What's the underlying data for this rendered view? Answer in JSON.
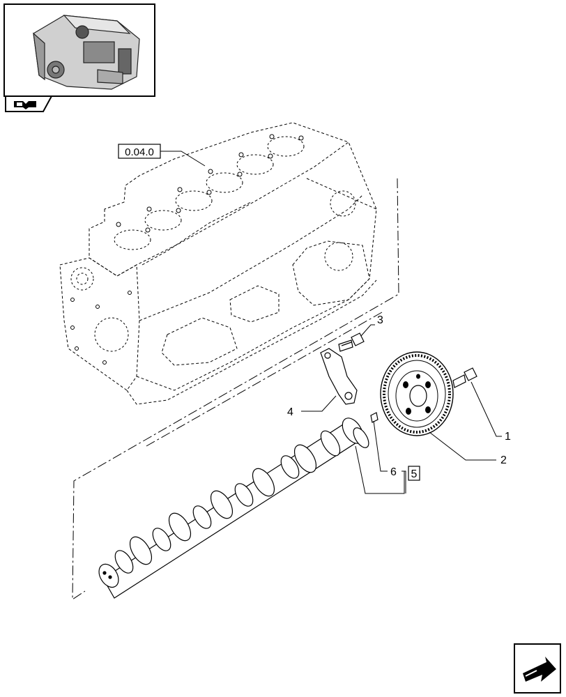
{
  "diagram": {
    "reference_box": {
      "label": "0.04.0"
    },
    "callouts": [
      {
        "id": "c1",
        "label": "1"
      },
      {
        "id": "c2",
        "label": "2"
      },
      {
        "id": "c3",
        "label": "3"
      },
      {
        "id": "c4",
        "label": "4"
      },
      {
        "id": "c6",
        "label": "6"
      }
    ],
    "kit_box": {
      "label": "5"
    }
  },
  "icons": {
    "thumbnail": "engine-thumbnail-icon",
    "book": "book-icon",
    "next_page": "next-page-arrow-icon"
  }
}
